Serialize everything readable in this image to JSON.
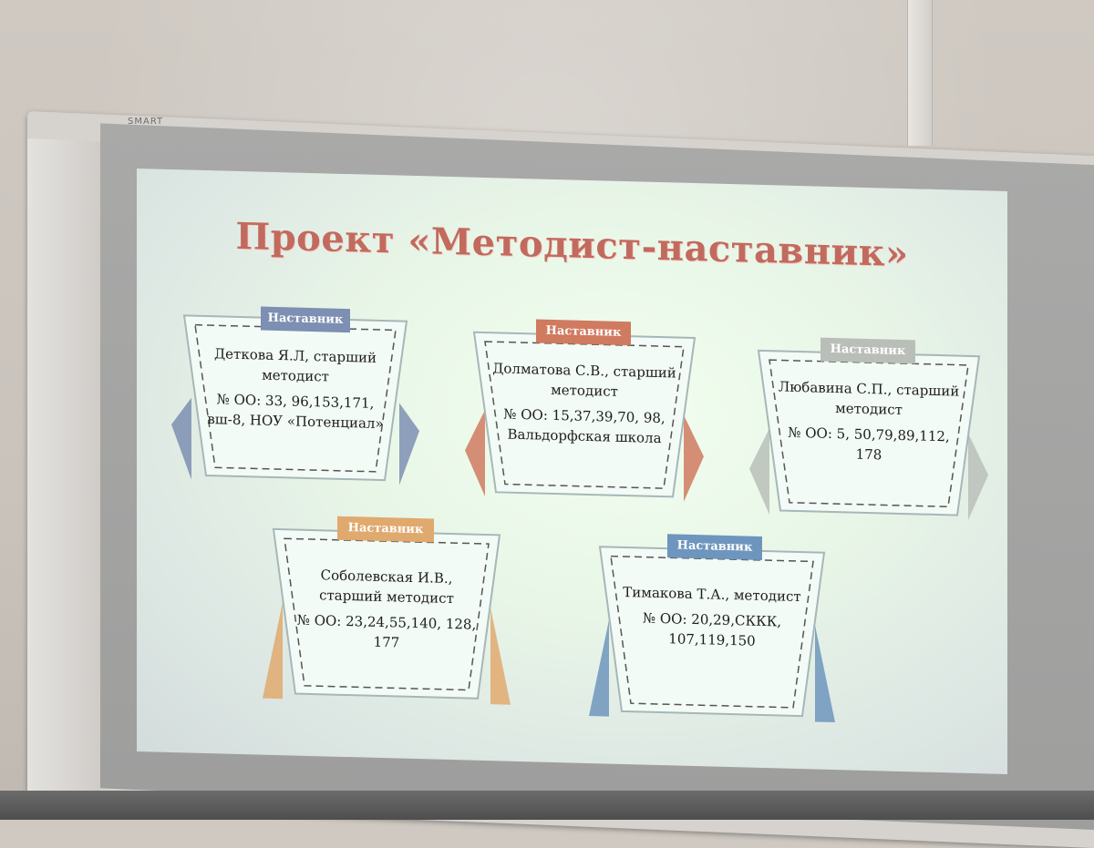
{
  "board": {
    "brand": "SMART"
  },
  "slide": {
    "title": "Проект «Методист-наставник»",
    "cards": [
      {
        "tab": "Наставник",
        "name": "Деткова Я.Л, старший методист",
        "oo": "№ ОО: 33, 96,153,171, вш-8, НОУ «Потенциал»",
        "color": "#7d8fb2"
      },
      {
        "tab": "Наставник",
        "name": "Долматова С.В., старший методист",
        "oo": "№ ОО: 15,37,39,70, 98, Вальдорфская школа",
        "color": "#d07a60"
      },
      {
        "tab": "Наставник",
        "name": "Любавина С.П., старший методист",
        "oo": "№ ОО: 5, 50,79,89,112, 178",
        "color": "#b9bfb8"
      },
      {
        "tab": "Наставник",
        "name": "Соболевская И.В., старший методист",
        "oo": "№ ОО: 23,24,55,140, 128, 177",
        "color": "#e0a96e"
      },
      {
        "tab": "Наставник",
        "name": "Тимакова Т.А., методист",
        "oo": "№ ОО: 20,29,СККК, 107,119,150",
        "color": "#6e95bd"
      }
    ]
  }
}
